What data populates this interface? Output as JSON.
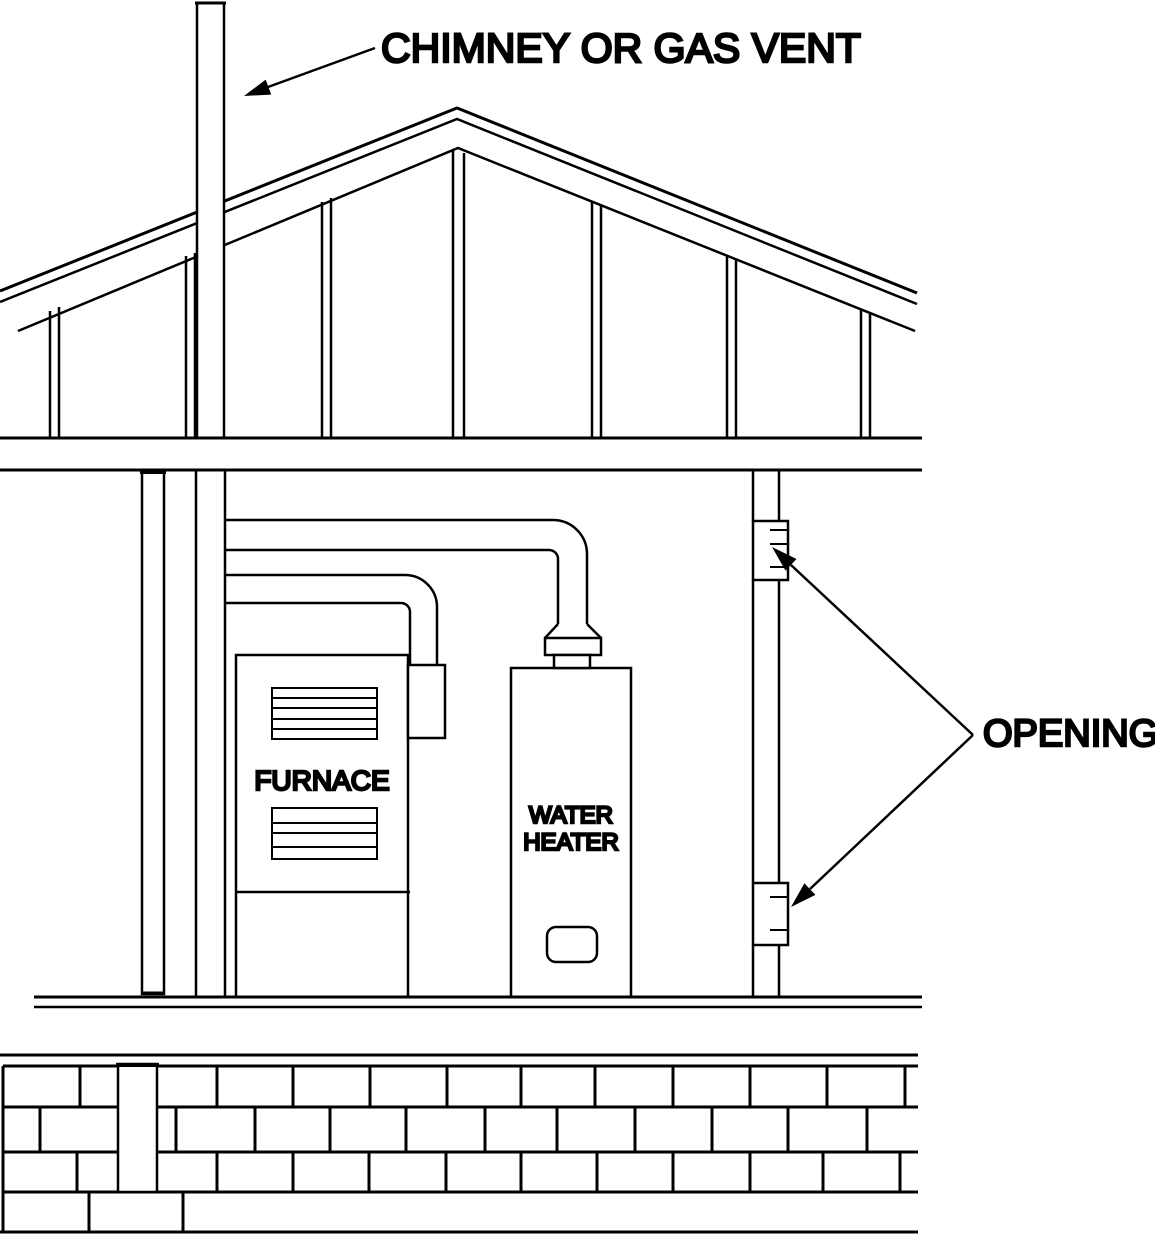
{
  "diagram": {
    "background_color": "#ffffff",
    "line_color": "#000000",
    "labels": {
      "chimney": "CHIMNEY OR GAS VENT",
      "opening": "OPENING",
      "furnace": "FURNACE",
      "water_heater_line1": "WATER",
      "water_heater_line2": "HEATER"
    }
  }
}
